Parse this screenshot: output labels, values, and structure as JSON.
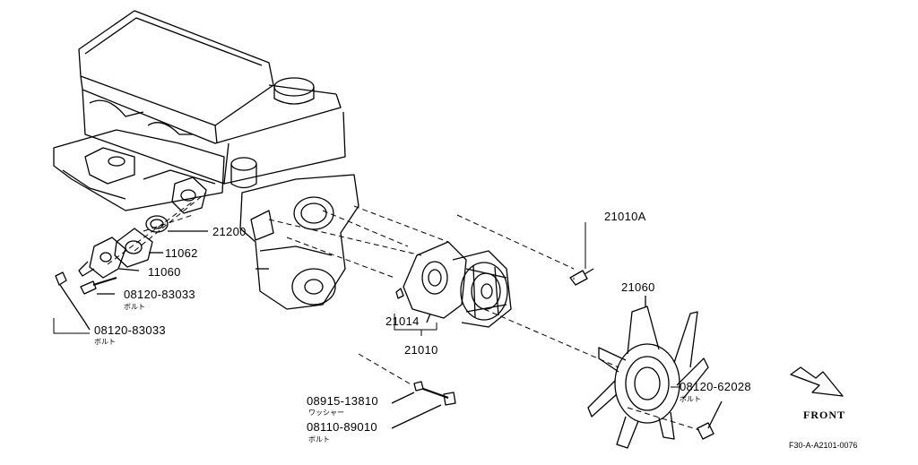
{
  "labels": {
    "p21200": "21200",
    "p11062": "11062",
    "p11060": "11060",
    "p08120a": "08120-83033",
    "p08120a_sub": "ボルト",
    "p08120b": "08120-83033",
    "p08120b_sub": "ボルト",
    "p21014": "21014",
    "p21010": "21010",
    "p21010a": "21010A",
    "p21060": "21060",
    "p08120c": "08120-62028",
    "p08120c_sub": "ボルト",
    "p08915": "08915-13810",
    "p08915_sub": "ワッシャー",
    "p08110": "08110-89010",
    "p08110_sub": "ボルト"
  },
  "front_label": "FRONT",
  "diagram_code": "F30-A-A2101-0076"
}
